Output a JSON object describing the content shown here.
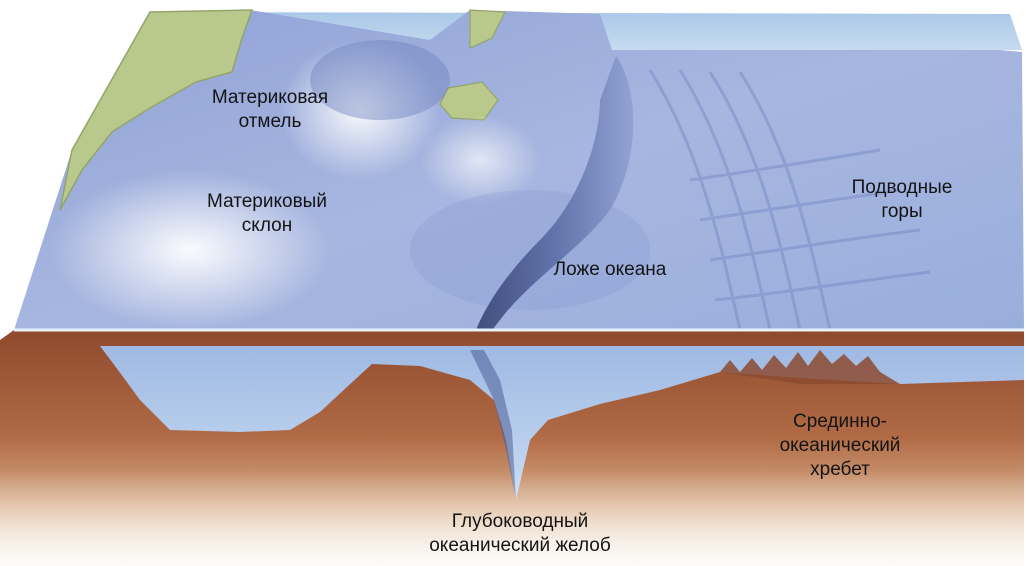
{
  "labels": {
    "continental_shelf": "Материковая\nотмель",
    "continental_slope": "Материковый\nсклон",
    "ocean_floor": "Ложе океана",
    "seamounts": "Подводные\nгоры",
    "mid_ocean_ridge": "Срединно-\nокеанический\nхребет",
    "deep_trench": "Глубоководный\nокеанический желоб"
  },
  "colors": {
    "water_deep": "#7a8ec8",
    "water_light": "#c9d6ee",
    "land": "#b8c98a",
    "sediment": "#9a4c30",
    "sediment_light": "#f1e3cf",
    "sea_surface": "#b9d4ec"
  }
}
